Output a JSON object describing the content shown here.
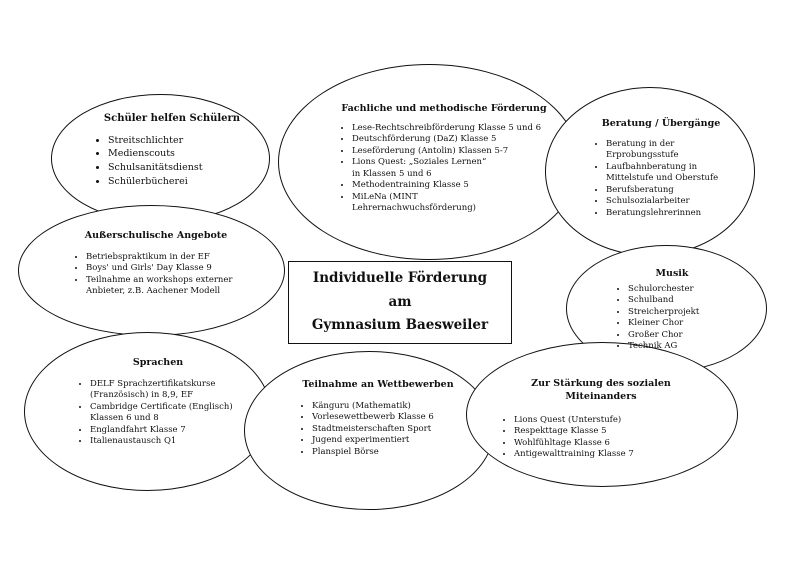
{
  "center": {
    "line1": "Individuelle Förderung",
    "line2": "am",
    "line3": "Gymnasium Baesweiler"
  },
  "bubbles": {
    "schueler": {
      "title": "Schüler helfen Schülern",
      "items": [
        "Streitschlichter",
        "Medienscouts",
        "Schulsanitätsdienst",
        "Schülerbücherei"
      ]
    },
    "fachlich": {
      "title": "Fachliche und methodische Förderung",
      "items": [
        "Lese-Rechtschreibförderung Klasse 5 und 6",
        "Deutschförderung (DaZ) Klasse 5",
        "Leseförderung (Antolin) Klassen 5-7",
        "Lions Quest: „Soziales Lernen“ in Klassen 5 und 6",
        "Methodentraining Klasse 5",
        "MiLeNa (MINT Lehrernachwuchsförderung)"
      ]
    },
    "beratung": {
      "title": "Beratung / Übergänge",
      "items": [
        "Beratung in der Erprobungsstufe",
        "Laufbahnberatung in Mittelstufe und Oberstufe",
        "Berufsberatung",
        "Schulsozialarbeiter",
        "Beratungslehrerinnen"
      ]
    },
    "ausser": {
      "title": "Außerschulische Angebote",
      "items": [
        "Betriebspraktikum in der EF",
        "Boys' und Girls' Day Klasse 9",
        "Teilnahme an workshops externer Anbieter, z.B. Aachener Modell"
      ]
    },
    "musik": {
      "title": "Musik",
      "items": [
        "Schulorchester",
        "Schulband",
        "Streicherprojekt",
        "Kleiner Chor",
        "Großer Chor",
        "Technik AG"
      ]
    },
    "sprachen": {
      "title": "Sprachen",
      "items": [
        "DELF Sprachzertifikatskurse (Französisch) in 8,9, EF",
        "Cambridge Certificate (Englisch) Klassen 6 und 8",
        "Englandfahrt Klasse 7",
        "Italienaustausch Q1"
      ]
    },
    "wettbewerbe": {
      "title": "Teilnahme an Wettbewerben",
      "items": [
        "Känguru (Mathematik)",
        "Vorlesewettbewerb Klasse 6",
        "Stadtmeisterschaften Sport",
        "Jugend experimentiert",
        "Planspiel Börse"
      ]
    },
    "sozial": {
      "title": "Zur Stärkung des sozialen Miteinanders",
      "items": [
        "Lions Quest (Unterstufe)",
        "Respekttage Klasse 5",
        "Wohlfühltage Klasse 6",
        "Antigewalttraining Klasse 7"
      ]
    }
  }
}
